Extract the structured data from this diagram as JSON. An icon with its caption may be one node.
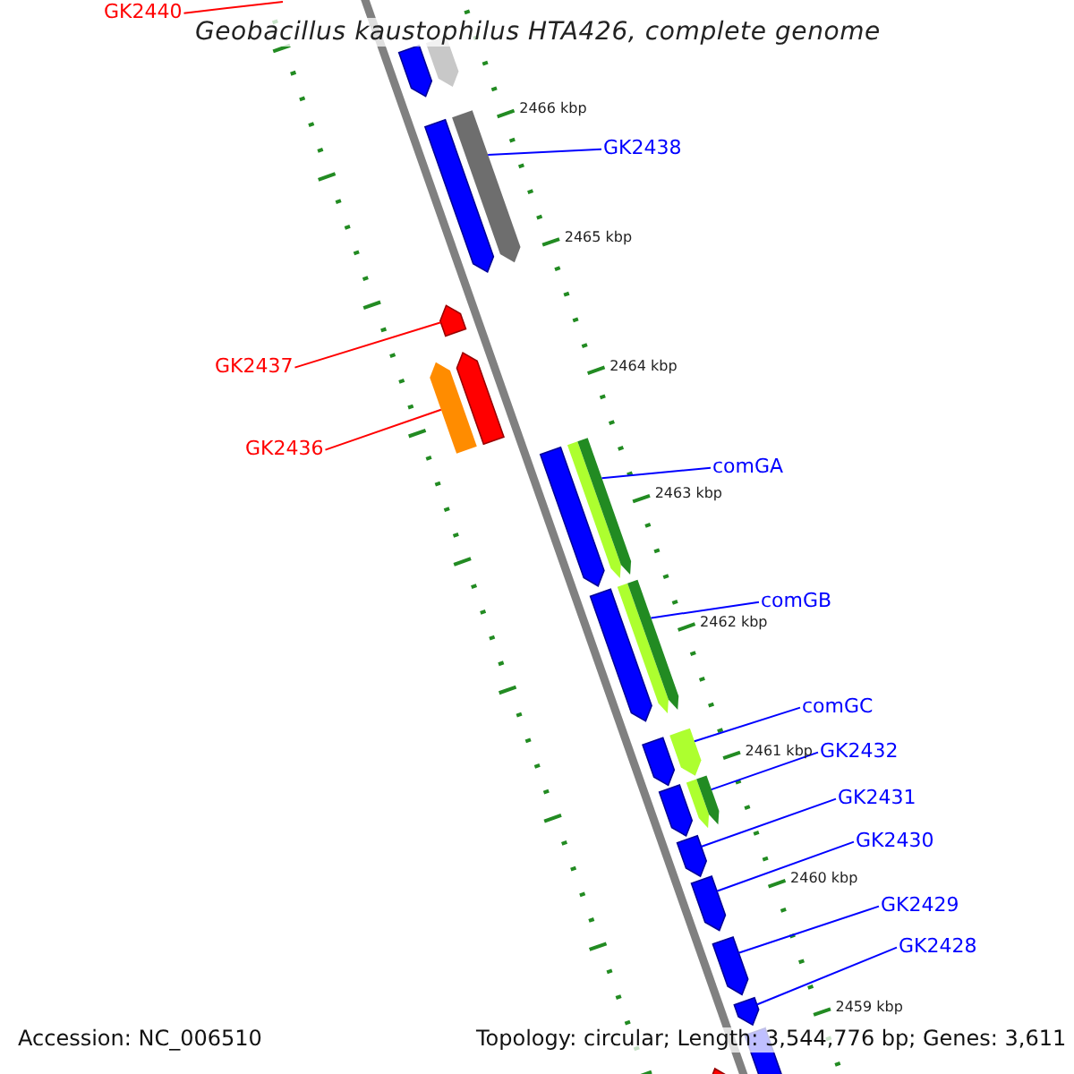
{
  "diagram": {
    "title": "Geobacillus kaustophilus HTA426, complete genome",
    "nodes": [
      {
        "text": [
          "GK2440"
        ]
      },
      {
        "text": [],
        "shape": "arrow"
      },
      {
        "text": [
          "GK2438"
        ]
      },
      {
        "text": [],
        "shape": "arrow"
      },
      {
        "text": [
          "GK2437"
        ]
      },
      {
        "text": [],
        "shape": "arrow"
      },
      {
        "text": [
          "GK2436"
        ]
      },
      {
        "text": [],
        "shape": "arrow"
      },
      {
        "text": [
          "comGA"
        ]
      },
      {
        "text": [],
        "shape": "arrow"
      },
      {
        "text": [
          "comGB"
        ]
      },
      {
        "text": [],
        "shape": "arrow"
      },
      {
        "text": [
          "comGC"
        ]
      },
      {
        "text": [],
        "shape": "arrow"
      },
      {
        "text": [
          "GK2432"
        ]
      },
      {
        "text": [],
        "shape": "arrow"
      },
      {
        "text": [
          "GK2431"
        ]
      },
      {
        "text": [],
        "shape": "arrow"
      },
      {
        "text": [
          "GK2430"
        ]
      },
      {
        "text": [],
        "shape": "arrow"
      },
      {
        "text": [
          "GK2429"
        ]
      },
      {
        "text": [],
        "shape": "arrow"
      },
      {
        "text": [
          "GK2428"
        ]
      },
      {
        "text": [],
        "shape": "arrow"
      },
      {
        "text": [],
        "shape": "arrow"
      },
      {
        "text": [],
        "shape": "arrow"
      }
    ],
    "edges": [
      {
        "from": 0,
        "to": null,
        "arrow": "none",
        "color": "#ff0000"
      },
      {
        "from": 2,
        "to": 3,
        "arrow": "none"
      },
      {
        "from": 4,
        "to": 5,
        "arrow": "none",
        "color": "#ff0000"
      },
      {
        "from": 6,
        "to": 7,
        "arrow": "none",
        "color": "#ff0000"
      },
      {
        "from": 8,
        "to": 9,
        "arrow": "none"
      },
      {
        "from": 10,
        "to": 11,
        "arrow": "none"
      },
      {
        "from": 12,
        "to": 13,
        "arrow": "none"
      },
      {
        "from": 14,
        "to": 15,
        "arrow": "none"
      },
      {
        "from": 16,
        "to": 17,
        "arrow": "none"
      },
      {
        "from": 18,
        "to": 19,
        "arrow": "none"
      },
      {
        "from": 20,
        "to": 21,
        "arrow": "none"
      },
      {
        "from": 22,
        "to": 23,
        "arrow": "none"
      }
    ],
    "labels": [
      "2466 kbp",
      "2465 kbp",
      "2464 kbp",
      "2463 kbp",
      "2462 kbp",
      "2461 kbp",
      "2460 kbp",
      "2459 kbp",
      "Accession: NC_006510",
      "Topology: circular; Length: 3,544,776 bp; Genes: 3,611"
    ]
  }
}
